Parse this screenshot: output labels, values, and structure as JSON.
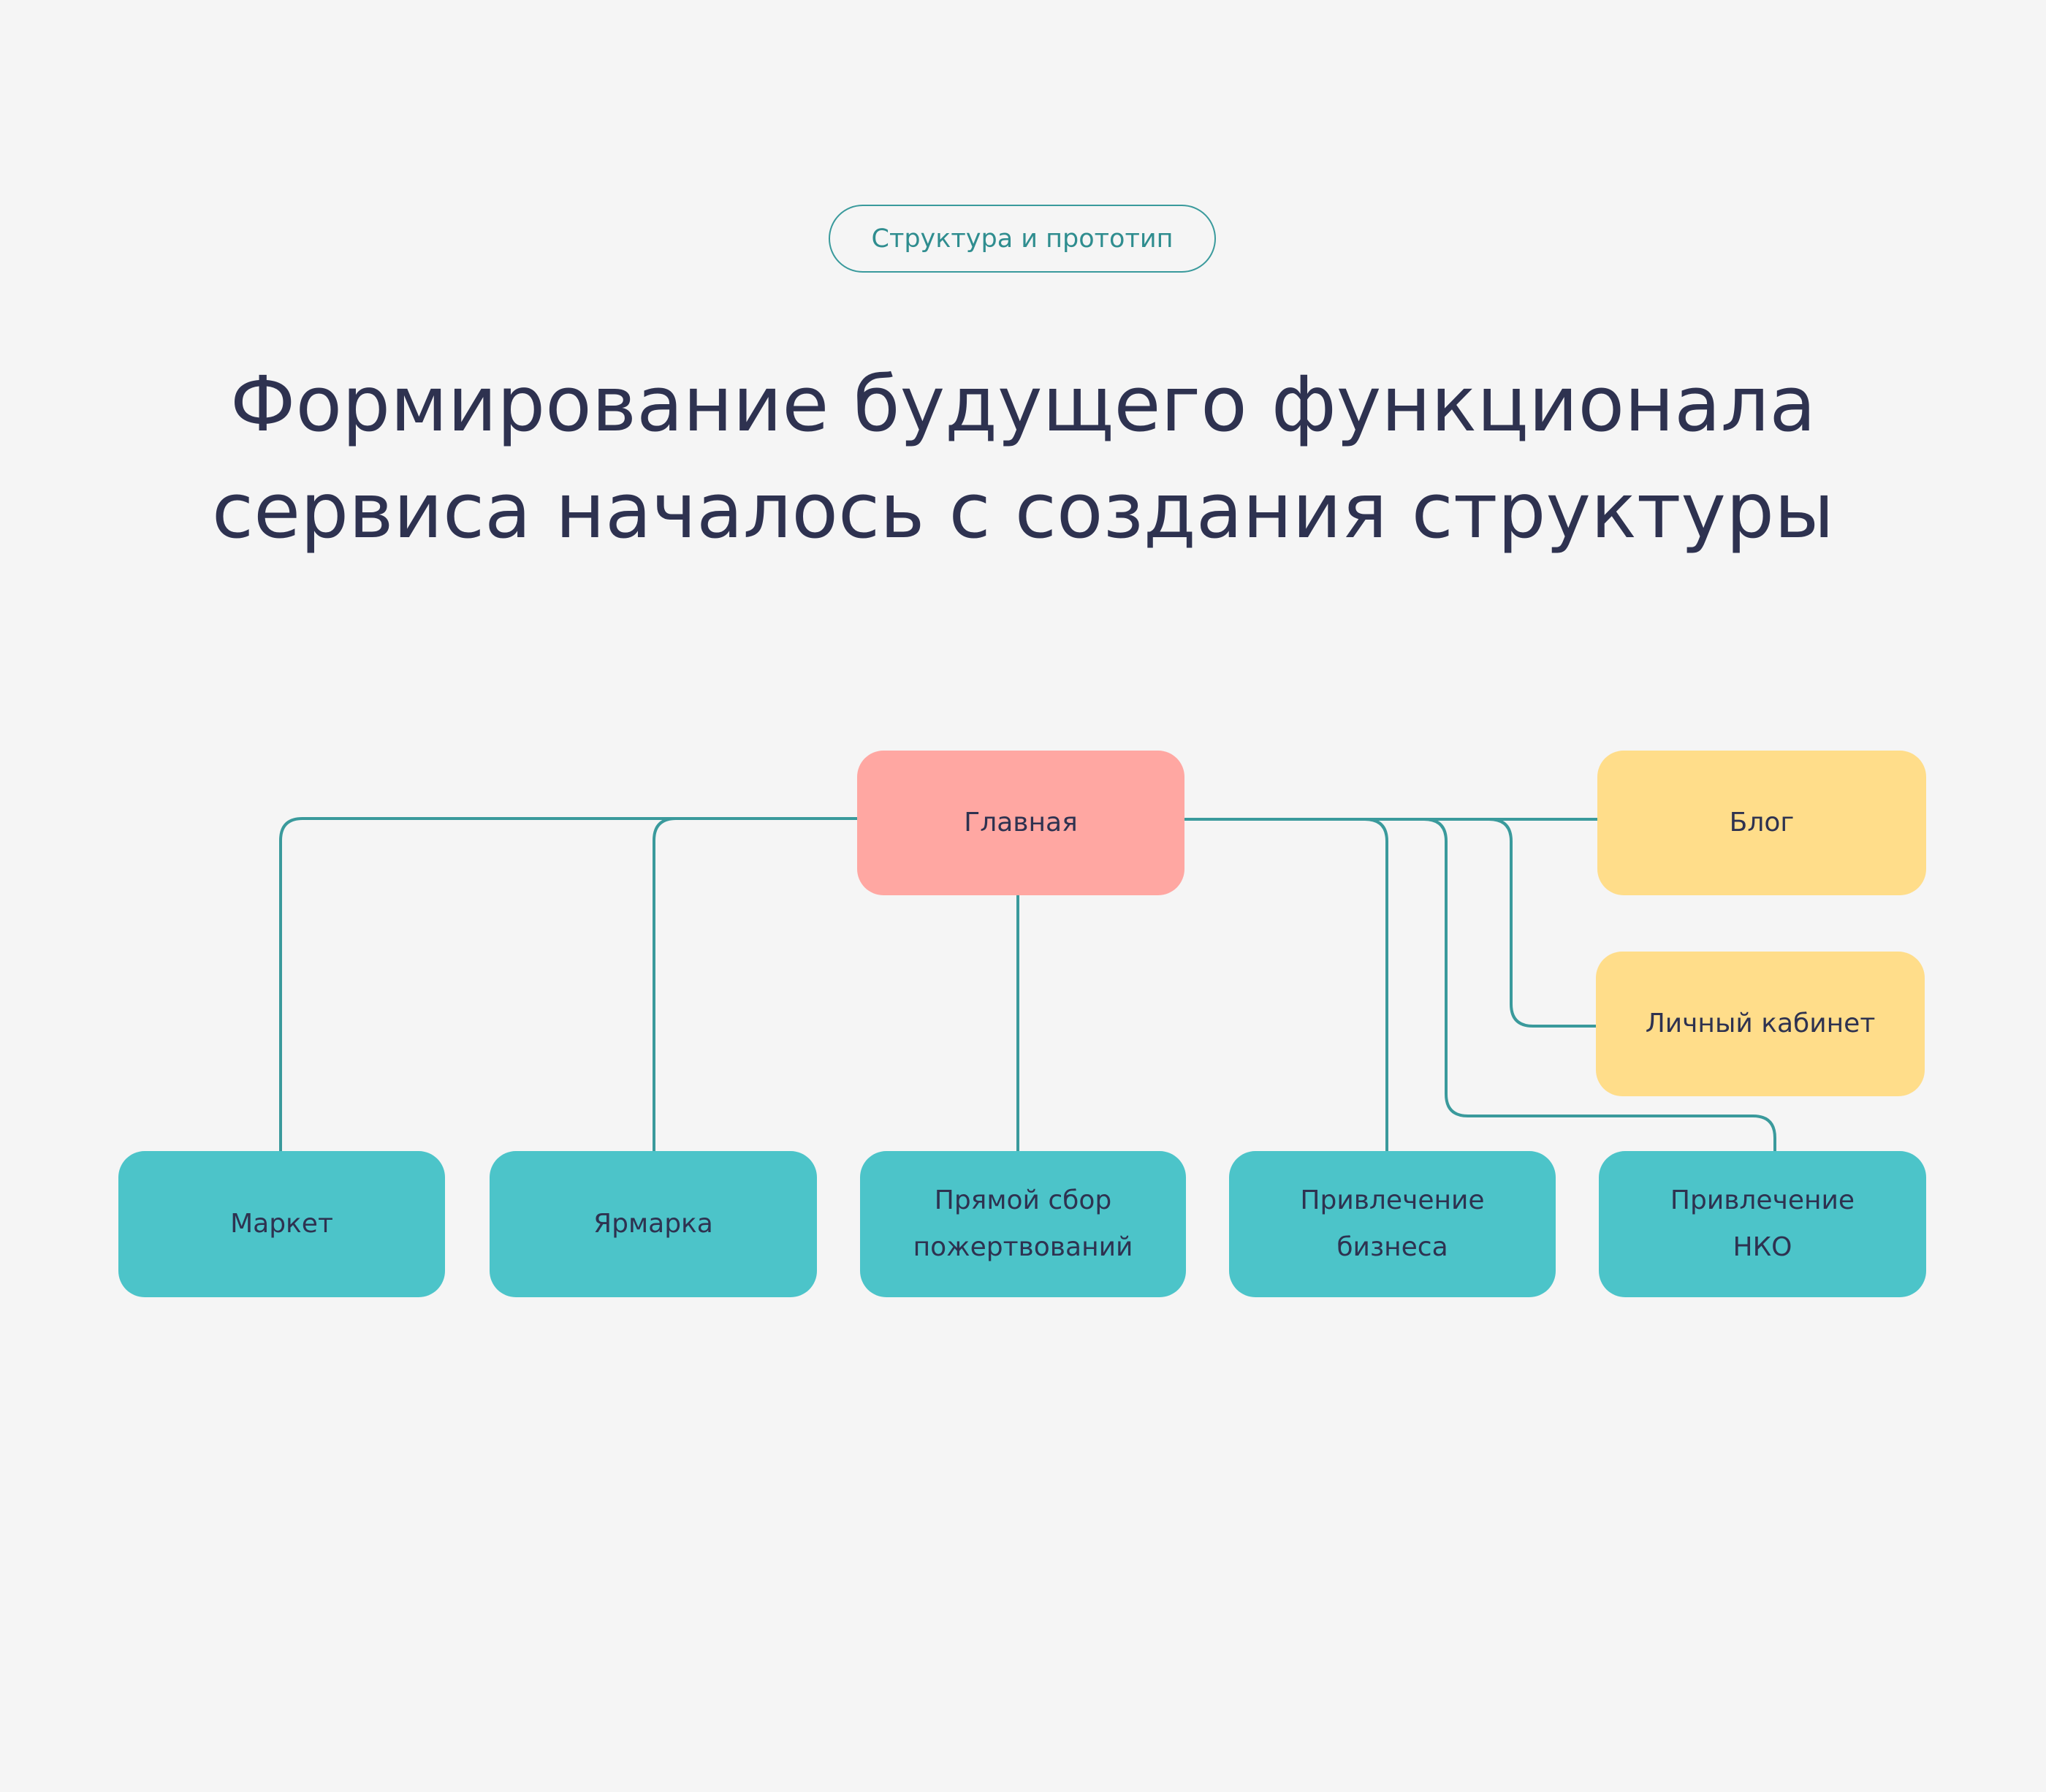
{
  "tag": "Структура и прототип",
  "title": {
    "line1": "Формирование будущего функционала",
    "line2": "сервиса началось с создания структуры"
  },
  "nodes": {
    "home": "Главная",
    "blog": "Блог",
    "account": "Личный кабинет",
    "market": "Маркет",
    "fair": "Ярмарка",
    "donations": {
      "line1": "Прямой сбор",
      "line2": "пожертвований"
    },
    "business": {
      "line1": "Привлечение",
      "line2": "бизнеса"
    },
    "nko": {
      "line1": "Привлечение",
      "line2": "НКО"
    }
  },
  "colors": {
    "background": "#f5f5f5",
    "line": "#3a9a9c",
    "home": "#ffa7a2",
    "secondary": "#ffdd8a",
    "section": "#4cc4c9",
    "text": "#2e3250"
  }
}
